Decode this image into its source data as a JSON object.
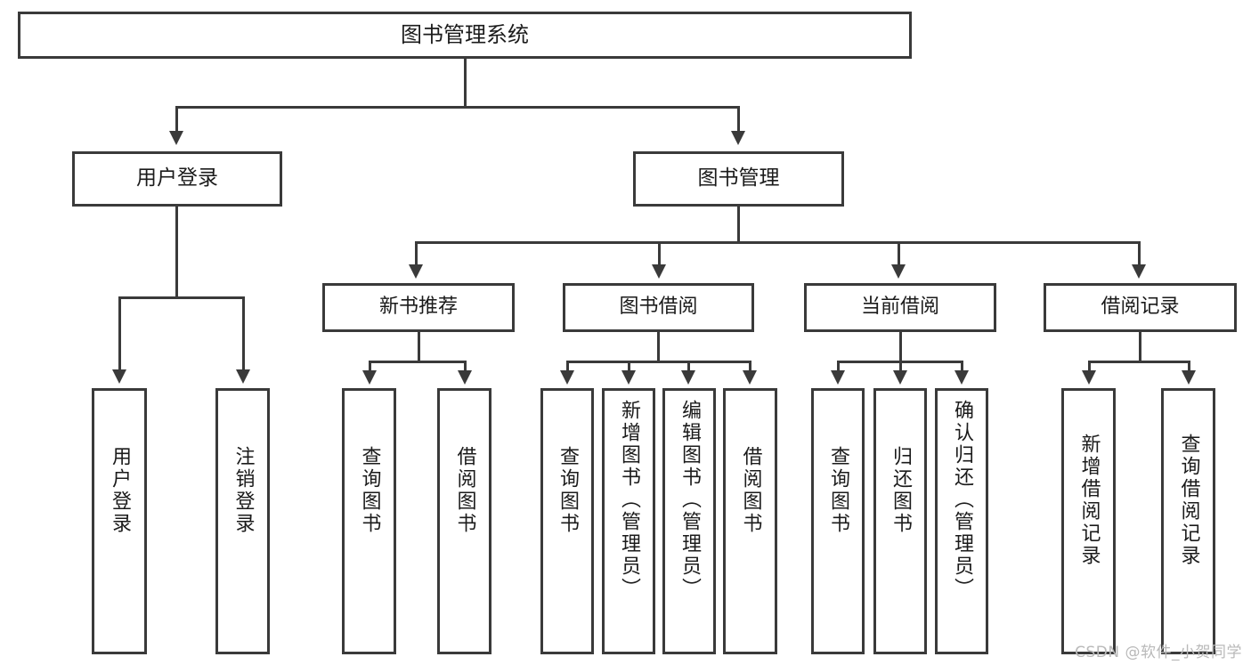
{
  "diagram": {
    "title": "图书管理系统",
    "type": "tree",
    "root": {
      "label": "图书管理系统"
    },
    "level2": [
      {
        "id": "user-login",
        "label": "用户登录"
      },
      {
        "id": "book-manage",
        "label": "图书管理"
      }
    ],
    "level3": [
      {
        "id": "new-book-recommend",
        "label": "新书推荐"
      },
      {
        "id": "book-borrow",
        "label": "图书借阅"
      },
      {
        "id": "current-borrow",
        "label": "当前借阅"
      },
      {
        "id": "borrow-record",
        "label": "借阅记录"
      }
    ],
    "leaves": {
      "user_login": [
        {
          "id": "leaf-user-login",
          "label": "用户登录"
        },
        {
          "id": "leaf-logout-login",
          "label": "注销登录"
        }
      ],
      "new_book_recommend": [
        {
          "id": "leaf-query-book-1",
          "label": "查询图书"
        },
        {
          "id": "leaf-borrow-book-1",
          "label": "借阅图书"
        }
      ],
      "book_borrow": [
        {
          "id": "leaf-query-book-2",
          "label": "查询图书"
        },
        {
          "id": "leaf-add-book",
          "label": "新增图书（管理员）"
        },
        {
          "id": "leaf-edit-book",
          "label": "编辑图书（管理员）"
        },
        {
          "id": "leaf-borrow-book-2",
          "label": "借阅图书"
        }
      ],
      "current_borrow": [
        {
          "id": "leaf-query-book-3",
          "label": "查询图书"
        },
        {
          "id": "leaf-return-book",
          "label": "归还图书"
        },
        {
          "id": "leaf-confirm-return",
          "label": "确认归还（管理员）"
        }
      ],
      "borrow_record": [
        {
          "id": "leaf-add-record",
          "label": "新增借阅记录"
        },
        {
          "id": "leaf-query-record",
          "label": "查询借阅记录"
        }
      ]
    }
  },
  "watermark": {
    "text": "CSDN @软件_小贺同学"
  },
  "colors": {
    "stroke": "#3a3a3a",
    "box_fill": "#ffffff",
    "text": "#1b1b1b",
    "watermark": "#b9b9b9",
    "background": "#ffffff"
  }
}
